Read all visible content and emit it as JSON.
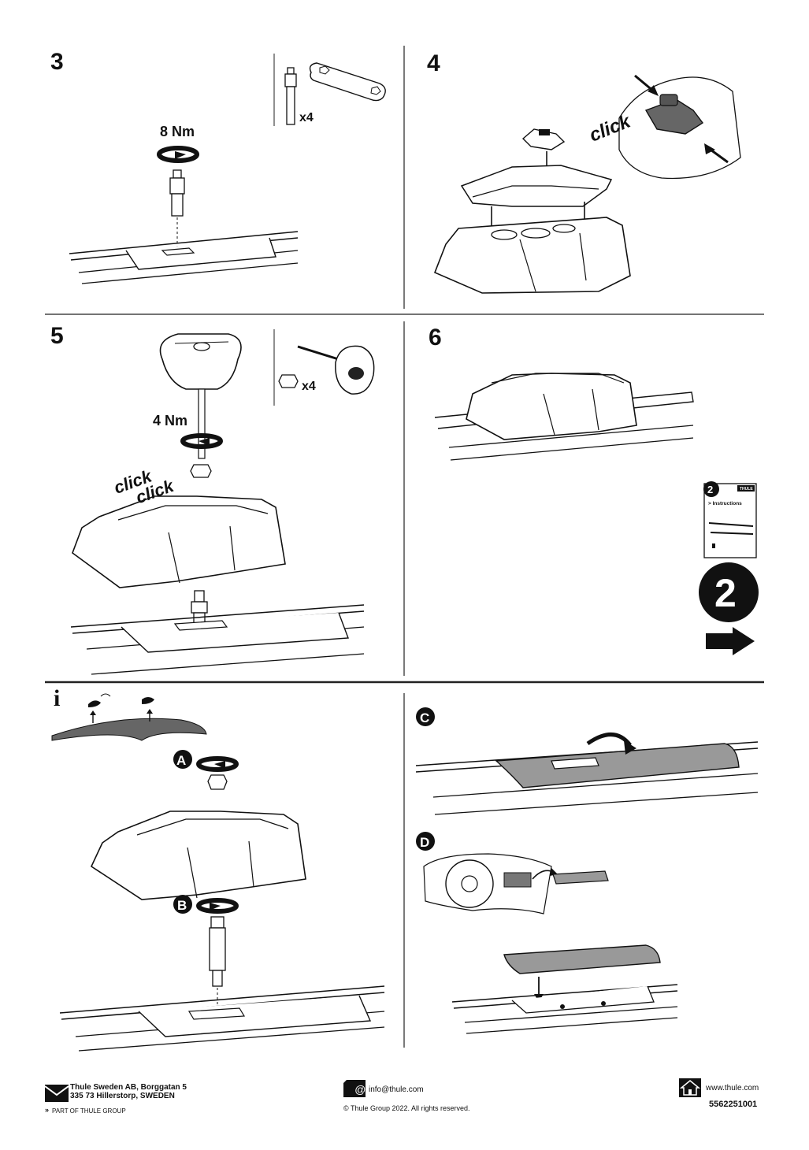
{
  "steps": {
    "s3": {
      "number": "3",
      "torque": "8 Nm",
      "qty": "x4"
    },
    "s4": {
      "number": "4",
      "click": "click"
    },
    "s5": {
      "number": "5",
      "torque": "4 Nm",
      "qty": "x4",
      "click1": "click",
      "click2": "click"
    },
    "s6": {
      "number": "6",
      "booklet_number": "2",
      "booklet_caption": "> Instructions",
      "booklet_brand": "THULE",
      "next_number": "2"
    }
  },
  "info": {
    "symbol": "i",
    "A": "A",
    "B": "B",
    "C": "C",
    "D": "D"
  },
  "footer": {
    "address_line1": "Thule Sweden AB, Borggatan 5",
    "address_line2": "335 73 Hillerstorp, SWEDEN",
    "group": "PART OF THULE GROUP",
    "email": "info@thule.com",
    "copyright": "© Thule Group 2022. All rights reserved.",
    "website": "www.thule.com",
    "doc_number": "5562251001"
  }
}
